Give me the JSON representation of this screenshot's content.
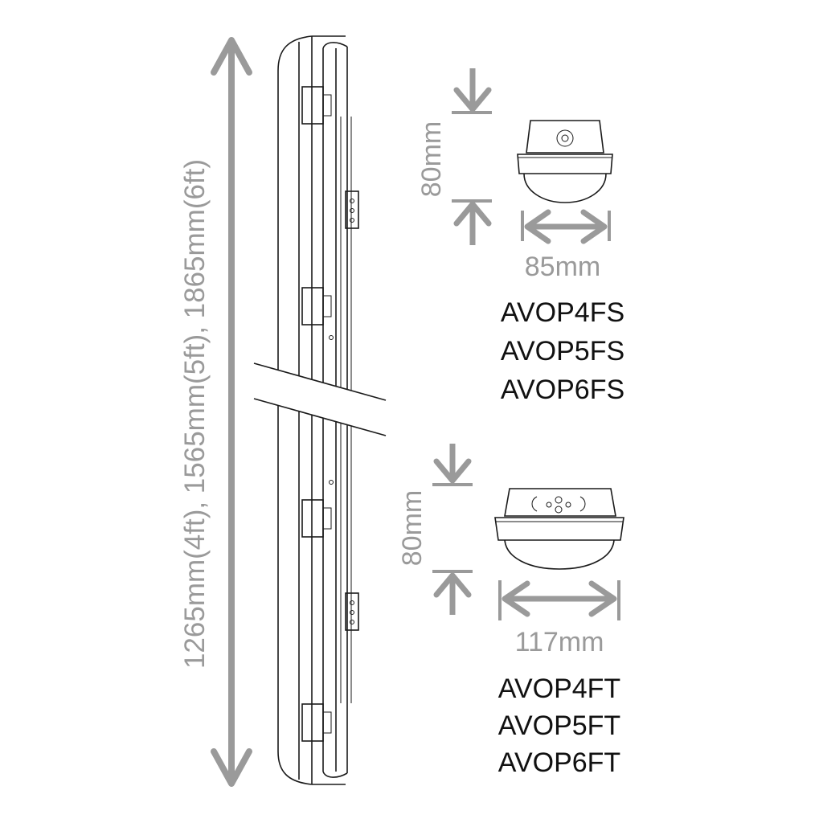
{
  "length_dimension": {
    "label": "1265mm(4ft), 1565mm(5ft), 1865mm(6ft)"
  },
  "fs_profile": {
    "height_label": "80mm",
    "width_label": "85mm",
    "models": [
      "AVOP4FS",
      "AVOP5FS",
      "AVOP6FS"
    ]
  },
  "ft_profile": {
    "height_label": "80mm",
    "width_label": "117mm",
    "models": [
      "AVOP4FT",
      "AVOP5FT",
      "AVOP6FT"
    ]
  },
  "colors": {
    "dimension": "#9a9a9a",
    "linework": "#1a1a1a",
    "text": "#111111"
  }
}
